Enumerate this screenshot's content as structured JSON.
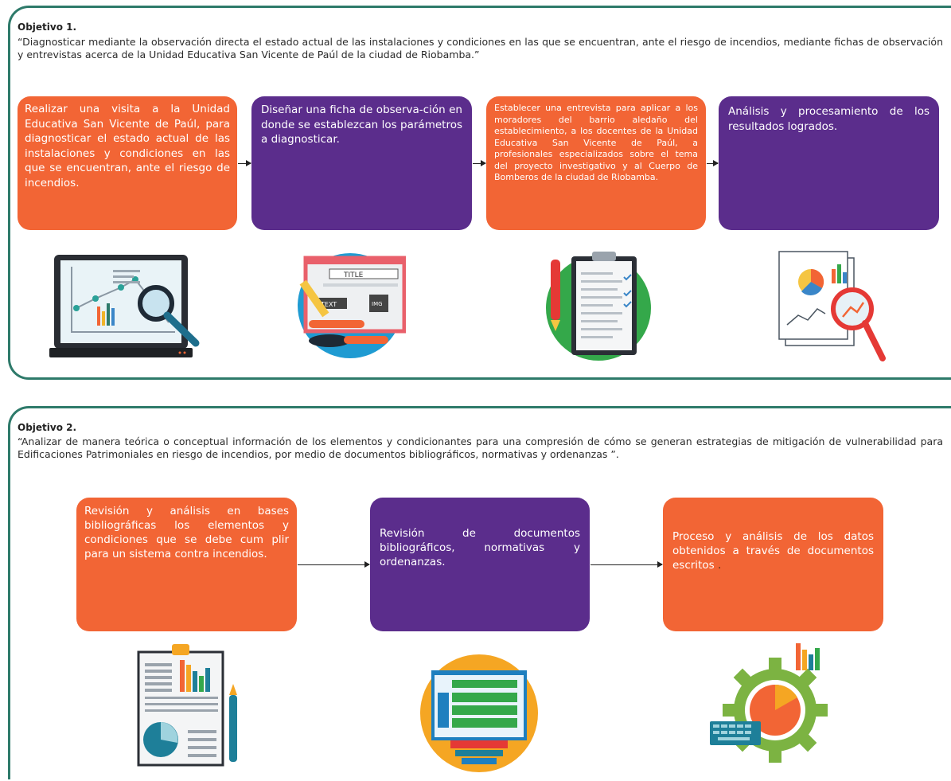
{
  "objective1": {
    "heading": "Objetivo 1.",
    "quote": "“Diagnosticar mediante la observación directa el estado actual de las instalaciones y condiciones en las que se encuentran, ante el riesgo de incendios, mediante fichas de observación y entrevistas acerca de la Unidad Educativa San Vicente de Paúl de la ciudad de Riobamba.”",
    "steps": [
      "Realizar una visita a la Unidad Educativa San Vicente de Paúl, para diagnosticar el estado actual de las instalaciones y condiciones en las que se encuentran, ante el riesgo de incendios.",
      "Diseñar una ficha de observa-ción en donde se establezcan los parámetros a diagnosticar.",
      "Establecer una entrevista para aplicar a los moradores del barrio aledaño del establecimiento, a los docentes de la Unidad Educativa San Vicente de Paúl, a profesionales especializados sobre el tema del proyecto investigativo y al Cuerpo de Bomberos de la ciudad de Riobamba.",
      "Análisis y procesamiento de los resultados logrados."
    ],
    "illustration_labels": {
      "title": "TITLE",
      "text": "TEXT",
      "img": "IMG"
    }
  },
  "objective2": {
    "heading": "Objetivo 2.",
    "quote": "“Analizar de manera teórica o conceptual información de los elementos y condicionantes para una compresión de cómo se generan estrategias de mitigación de vulnerabilidad para Edificaciones Patrimoniales en riesgo de incendios, por medio de documentos bibliográficos, normativas y ordenanzas ”.",
    "steps": [
      "Revisión y análisis en bases bibliográficas los elementos y condiciones que se debe cum plir para un sistema contra incendios.",
      "Revisión de documentos bibliográficos, normativas y ordenanzas.",
      "Proceso y análisis de los datos obtenidos a través de documentos escritos."
    ],
    "step3_trailing_dot": "."
  },
  "colors": {
    "orange": "#f26535",
    "purple": "#5b2d8c",
    "border": "#2e7a6a"
  },
  "icons": [
    "laptop-analytics-icon",
    "web-design-icon",
    "clipboard-pen-icon",
    "report-magnifier-icon",
    "document-chart-pen-icon",
    "website-layout-icon",
    "gear-chart-icon"
  ]
}
